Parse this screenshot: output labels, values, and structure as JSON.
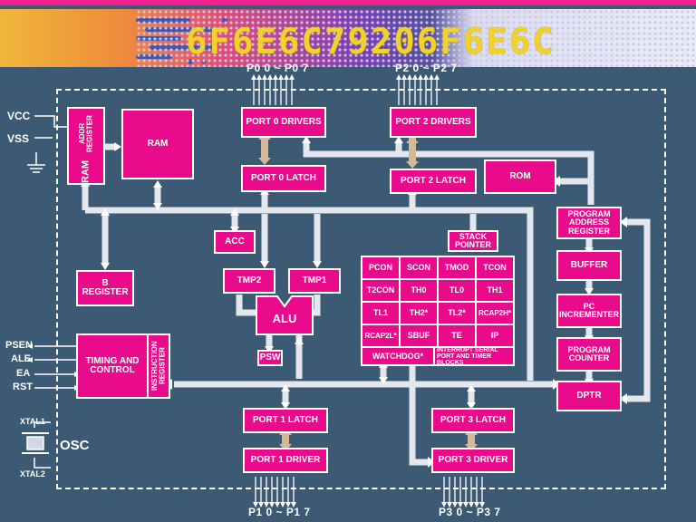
{
  "banner": {
    "hex_text": "6F6E6C79206F6E6C"
  },
  "ports_top": {
    "p0": "P0 0 ~ P0 7",
    "p2": "P2 0 ~ P2 7"
  },
  "ports_bottom": {
    "p1": "P1 0 ~ P1 7",
    "p3": "P3 0 ~ P3 7"
  },
  "pins_left": {
    "vcc": "VCC",
    "vss": "VSS",
    "psen": "PSEN",
    "ale": "ALE",
    "ea": "EA",
    "rst": "RST",
    "xtal1": "XTAL1",
    "xtal2": "XTAL2",
    "osc": "OSC"
  },
  "blocks": {
    "ram_addr_main": "RAM",
    "ram_addr_sub": "ADDR REGISTER",
    "ram": "RAM",
    "port0_drivers": "PORT 0 DRIVERS",
    "port2_drivers": "PORT 2 DRIVERS",
    "port0_latch": "PORT 0 LATCH",
    "port2_latch": "PORT 2 LATCH",
    "rom": "ROM",
    "acc": "ACC",
    "b_register": "B REGISTER",
    "tmp2": "TMP2",
    "tmp1": "TMP1",
    "alu": "ALU",
    "psw": "PSW",
    "stack_pointer": "STACK POINTER",
    "program_address_register": "PROGRAM ADDRESS REGISTER",
    "buffer": "BUFFER",
    "pc_incrementer": "PC INCREMENTER",
    "program_counter": "PROGRAM COUNTER",
    "dptr": "DPTR",
    "timing_control": "TIMING AND CONTROL",
    "instruction_register": "INSTRUCTION REGISTER",
    "port1_latch": "PORT 1 LATCH",
    "port1_driver": "PORT 1 DRIVER",
    "port3_latch": "PORT 3 LATCH",
    "port3_driver": "PORT 3 DRIVER"
  },
  "sfr": {
    "r1": [
      "PCON",
      "SCON",
      "TMOD",
      "TCON"
    ],
    "r2": [
      "T2CON",
      "TH0",
      "TL0",
      "TH1"
    ],
    "r3": [
      "TL1",
      "TH2*",
      "TL2*",
      "RCAP2H*"
    ],
    "r4": [
      "RCAP2L*",
      "SBUF",
      "TE",
      "IP"
    ],
    "watchdog": "WATCHDOG*",
    "interrupt": "INTERRUPT SERIAL PORT AND TIMER BLOCKS"
  }
}
